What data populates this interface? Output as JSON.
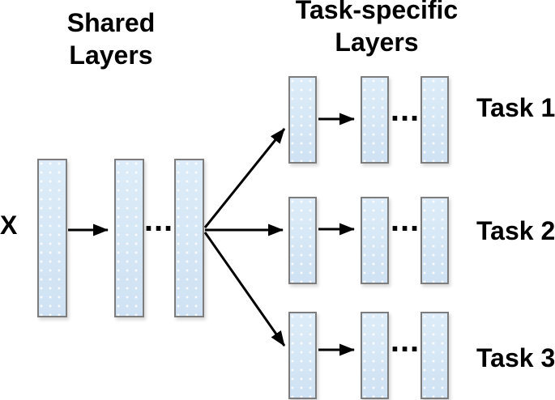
{
  "figure": {
    "shared_title": "Shared\nLayers",
    "task_title": "Task-specific\nLayers",
    "input_label": "X",
    "ellipsis": "...",
    "shared_layer_count": 3,
    "task_branch_layer_count": 3,
    "tasks": [
      {
        "label": "Task 1"
      },
      {
        "label": "Task 2"
      },
      {
        "label": "Task 3"
      }
    ],
    "colors": {
      "bg": "#ffffff",
      "layer_fill": "#cfe2f3",
      "layer_fill_light": "#ddecf8",
      "layer_border": "#7d7d7d",
      "arrow": "#000000",
      "text": "#000000"
    }
  }
}
